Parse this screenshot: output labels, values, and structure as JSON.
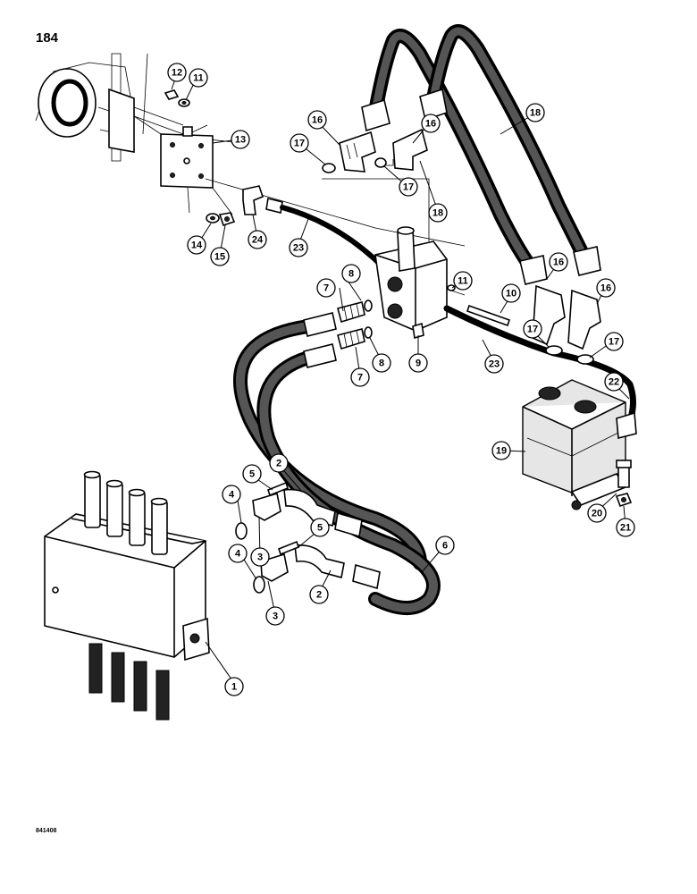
{
  "page": {
    "number": "184",
    "drawing_id": "841408"
  },
  "callouts": [
    {
      "id": "c1",
      "label": "1"
    },
    {
      "id": "c2a",
      "label": "2"
    },
    {
      "id": "c2b",
      "label": "2"
    },
    {
      "id": "c3a",
      "label": "3"
    },
    {
      "id": "c3b",
      "label": "3"
    },
    {
      "id": "c4a",
      "label": "4"
    },
    {
      "id": "c4b",
      "label": "4"
    },
    {
      "id": "c5a",
      "label": "5"
    },
    {
      "id": "c5b",
      "label": "5"
    },
    {
      "id": "c6",
      "label": "6"
    },
    {
      "id": "c7a",
      "label": "7"
    },
    {
      "id": "c7b",
      "label": "7"
    },
    {
      "id": "c8a",
      "label": "8"
    },
    {
      "id": "c8b",
      "label": "8"
    },
    {
      "id": "c9",
      "label": "9"
    },
    {
      "id": "c10",
      "label": "10"
    },
    {
      "id": "c11a",
      "label": "11"
    },
    {
      "id": "c11b",
      "label": "11"
    },
    {
      "id": "c12",
      "label": "12"
    },
    {
      "id": "c13",
      "label": "13"
    },
    {
      "id": "c14",
      "label": "14"
    },
    {
      "id": "c15",
      "label": "15"
    },
    {
      "id": "c16a",
      "label": "16"
    },
    {
      "id": "c16b",
      "label": "16"
    },
    {
      "id": "c16c",
      "label": "16"
    },
    {
      "id": "c16d",
      "label": "16"
    },
    {
      "id": "c17a",
      "label": "17"
    },
    {
      "id": "c17b",
      "label": "17"
    },
    {
      "id": "c17c",
      "label": "17"
    },
    {
      "id": "c17d",
      "label": "17"
    },
    {
      "id": "c18a",
      "label": "18"
    },
    {
      "id": "c18b",
      "label": "18"
    },
    {
      "id": "c19",
      "label": "19"
    },
    {
      "id": "c20",
      "label": "20"
    },
    {
      "id": "c21",
      "label": "21"
    },
    {
      "id": "c22",
      "label": "22"
    },
    {
      "id": "c23a",
      "label": "23"
    },
    {
      "id": "c23b",
      "label": "23"
    },
    {
      "id": "c24",
      "label": "24"
    }
  ]
}
